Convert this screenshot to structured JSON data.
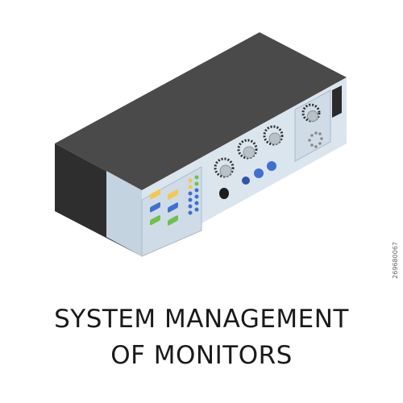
{
  "caption": {
    "line1": "SYSTEM MANAGEMENT",
    "line2": "OF MONITORS"
  },
  "stock_id": "269680067",
  "colors": {
    "top_face": "#4a4a4a",
    "side_face": "#2d2d2d",
    "front_face": "#dce6ef",
    "panel_face": "#c9d7e4",
    "button_yellow": "#f2c94c",
    "button_blue": "#3f6fd1",
    "button_green": "#6cc24a",
    "knob": "#b8c0c8",
    "text": "#1a1a1a"
  },
  "icons": [
    "knob-icon",
    "jack-icon",
    "led-icon",
    "speaker-icon"
  ]
}
